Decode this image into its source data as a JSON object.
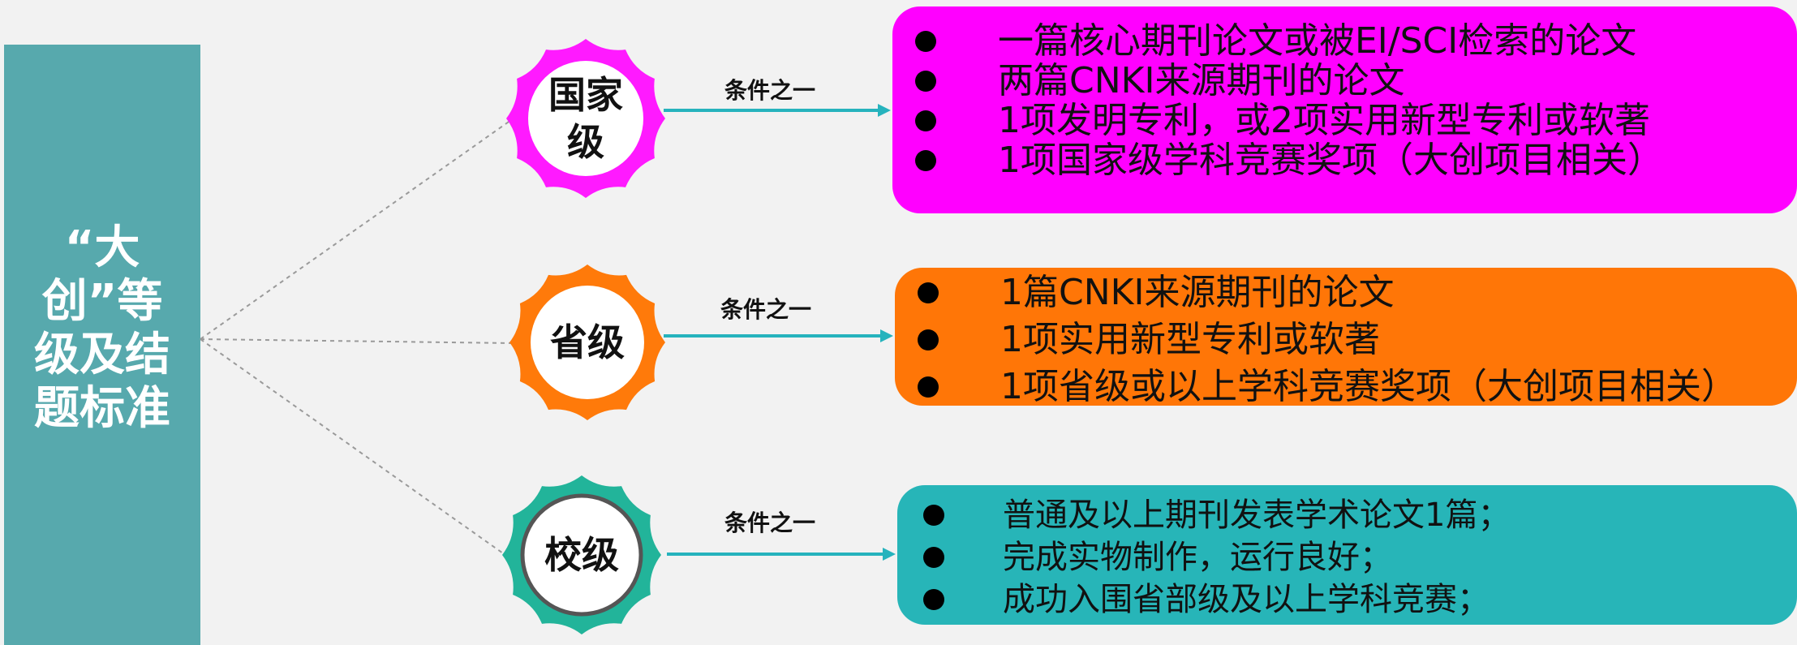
{
  "left_panel": {
    "title": "“大创”等级及结题标准",
    "color": "#57a9ad"
  },
  "levels": [
    {
      "label": "国家级",
      "condition": "条件之一",
      "badge_color": "#ff1aff",
      "box_color": "#ff00ff",
      "items": [
        "一篇核心期刊论文或被EI/SCI检索的论文",
        "两篇CNKI来源期刊的论文",
        "1项发明专利，或2项实用新型专利或软著",
        "1项国家级学科竞赛奖项（大创项目相关）"
      ]
    },
    {
      "label": "省级",
      "condition": "条件之一",
      "badge_color": "#ff7a0a",
      "box_color": "#ff7607",
      "items": [
        "1篇CNKI来源期刊的论文",
        "1项实用新型专利或软著",
        "1项省级或以上学科竞赛奖项（大创项目相关）"
      ]
    },
    {
      "label": "校级",
      "condition": "条件之一",
      "badge_color": "#22b49a",
      "box_color": "#27b5b8",
      "items": [
        "普通及以上期刊发表学术论文1篇；",
        "完成实物制作，运行良好；",
        "成功入围省部级及以上学科竞赛；"
      ]
    }
  ],
  "arrow_color": "#26b3bd"
}
